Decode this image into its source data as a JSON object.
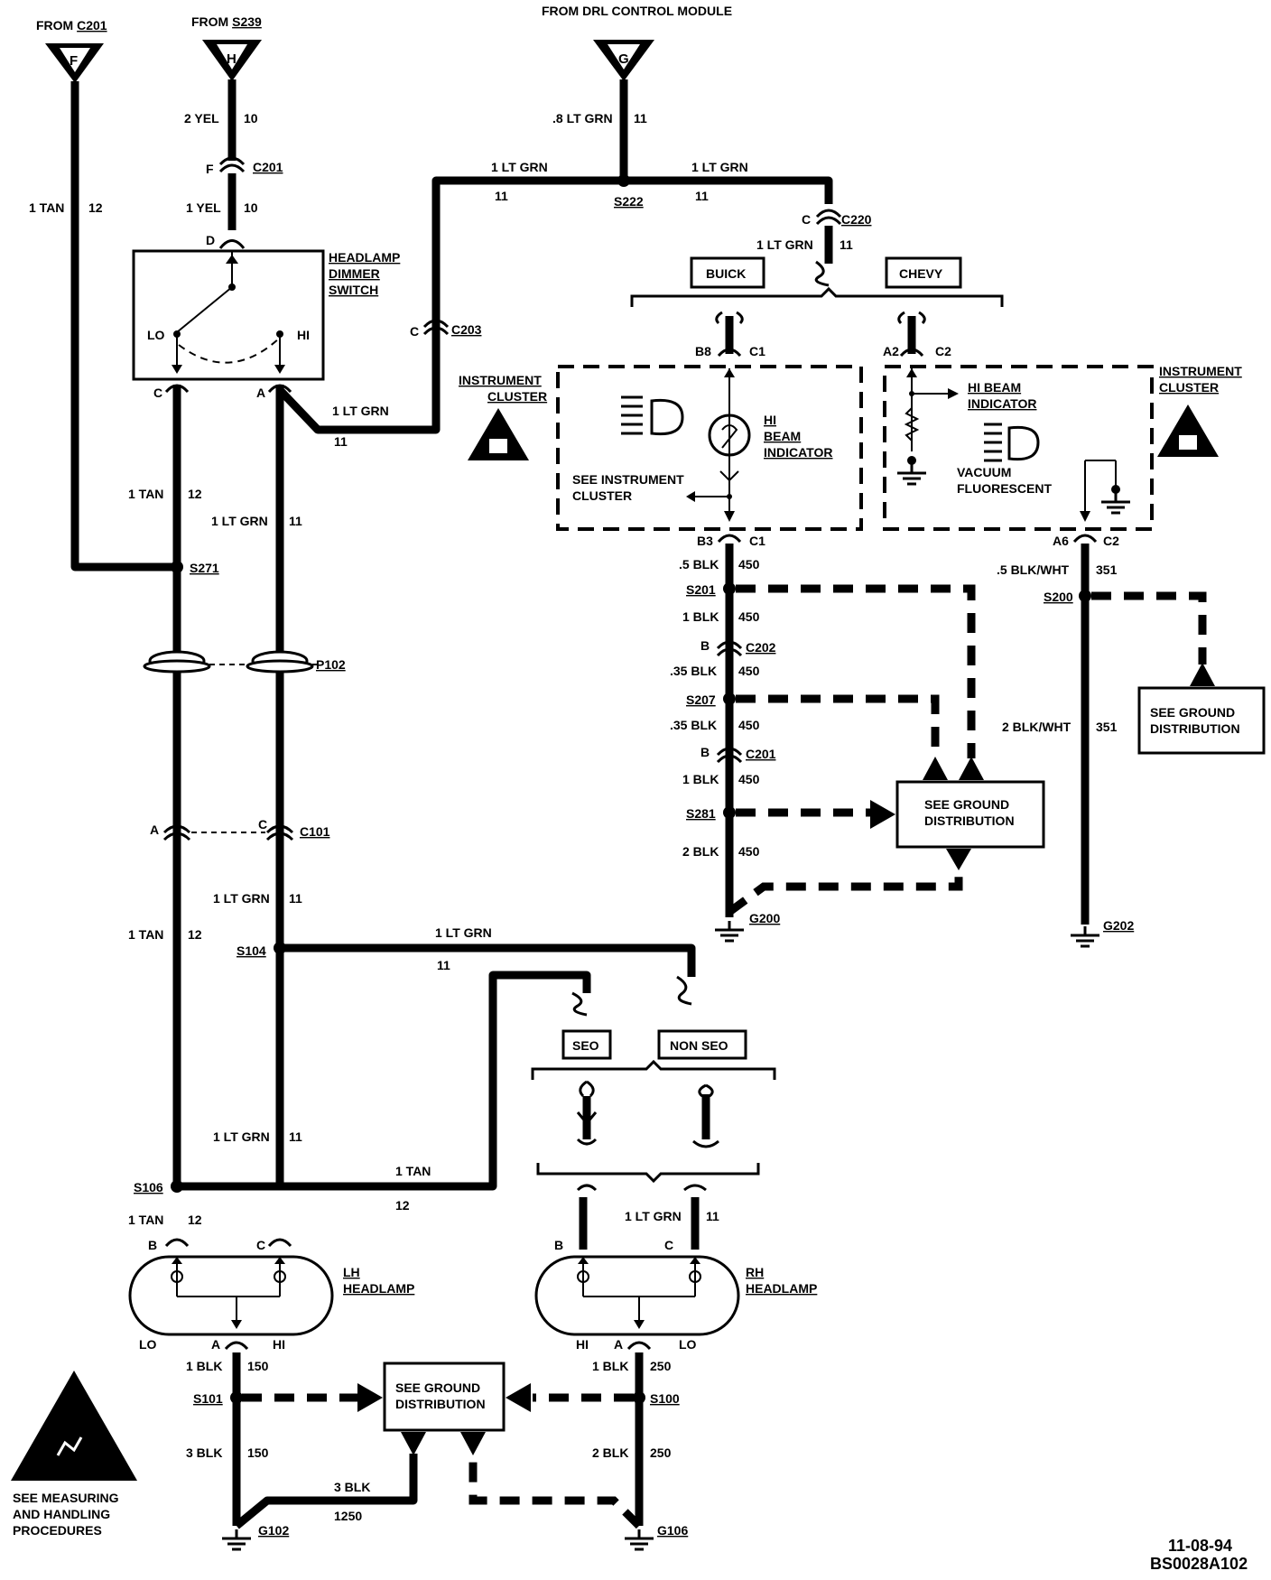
{
  "sources": {
    "f_prefix": "FROM ",
    "f_ref": "C201",
    "f_letter": "F",
    "h_prefix": "FROM ",
    "h_ref": "S239",
    "h_letter": "H",
    "g_title": "FROM DRL CONTROL MODULE",
    "g_letter": "G"
  },
  "wires": {
    "yel2": "2 YEL",
    "n10a": "10",
    "yel1": "1 YEL",
    "n10b": "10",
    "tan1": "1 TAN",
    "n12": "12",
    "ltgrn08": ".8 LT GRN",
    "n11": "11",
    "ltgrn1": "1 LT GRN",
    "blk05": ".5 BLK",
    "n450": "450",
    "blk1": "1 BLK",
    "blk035": ".35 BLK",
    "blk2": "2 BLK",
    "blkwht05": ".5 BLK/WHT",
    "n351": "351",
    "blkwht2": "2 BLK/WHT",
    "n150": "150",
    "n250": "250",
    "blk3": "3 BLK",
    "n1250": "1250"
  },
  "connectors": {
    "c201": "C201",
    "c203": "C203",
    "c220": "C220",
    "c1": "C1",
    "c2": "C2",
    "c202": "C202",
    "c101": "C101",
    "p102": "P102",
    "pin_f": "F",
    "pin_d": "D",
    "pin_c": "C",
    "pin_a": "A",
    "pin_b": "B",
    "pin_b8": "B8",
    "pin_a2": "A2",
    "pin_b3": "B3",
    "pin_a6": "A6"
  },
  "splices": {
    "s222": "S222",
    "s271": "S271",
    "s201": "S201",
    "s207": "S207",
    "s281": "S281",
    "s200": "S200",
    "s104": "S104",
    "s106": "S106",
    "s101": "S101",
    "s100": "S100"
  },
  "grounds": {
    "g200": "G200",
    "g202": "G202",
    "g102": "G102",
    "g106": "G106"
  },
  "components": {
    "dimmer_l1": "HEADLAMP",
    "dimmer_l2": "DIMMER",
    "dimmer_l3": "SWITCH",
    "lo": "LO",
    "hi": "HI",
    "ic_l1": "INSTRUMENT",
    "ic_l2": "CLUSTER",
    "hi_l1": "HI",
    "hi_l2": "BEAM",
    "hi_l3": "INDICATOR",
    "see_ic_l1": "SEE INSTRUMENT",
    "see_ic_l2": "CLUSTER",
    "hib_l1": "HI BEAM",
    "hib_l2": "INDICATOR",
    "vac_l1": "VACUUM",
    "vac_l2": "FLUORESCENT",
    "buick": "BUICK",
    "chevy": "CHEVY",
    "seo": "SEO",
    "nonseo": "NON SEO",
    "lh_l1": "LH",
    "lh_l2": "HEADLAMP",
    "rh_l1": "RH",
    "rh_l2": "HEADLAMP",
    "see_gd_l1": "SEE GROUND",
    "see_gd_l2": "DISTRIBUTION",
    "meas_l1": "SEE MEASURING",
    "meas_l2": "AND HANDLING",
    "meas_l3": "PROCEDURES"
  },
  "footer": {
    "date": "11-08-94",
    "code": "BS0028A102"
  }
}
